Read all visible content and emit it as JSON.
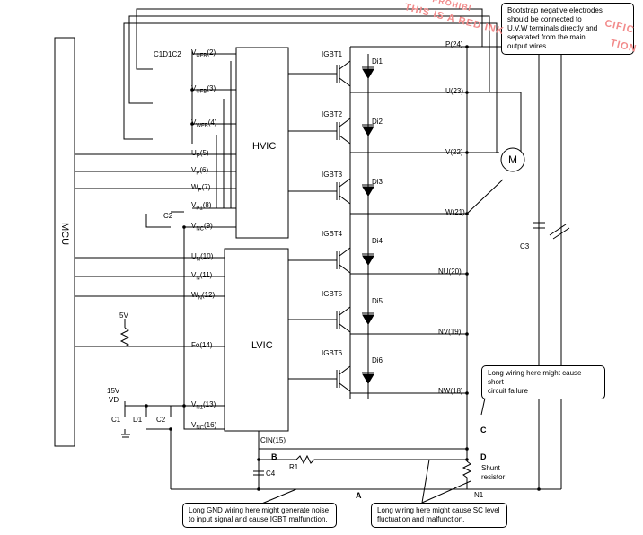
{
  "blocks": {
    "mcu": "MCU",
    "hvic": "HVIC",
    "lvic": "LVIC",
    "motor": "M"
  },
  "hvic_pins": [
    {
      "base": "V",
      "sub": "UFB",
      "num": "(2)"
    },
    {
      "base": "V",
      "sub": "UFB",
      "num": "(3)"
    },
    {
      "base": "V",
      "sub": "WFB",
      "num": "(4)"
    },
    {
      "base": "U",
      "sub": "P",
      "num": "(5)"
    },
    {
      "base": "V",
      "sub": "P",
      "num": "(6)"
    },
    {
      "base": "W",
      "sub": "P",
      "num": "(7)"
    },
    {
      "base": "V",
      "sub": "P1",
      "num": "(8)"
    },
    {
      "base": "V",
      "sub": "NC",
      "num": "(9)"
    }
  ],
  "lvic_pins": [
    {
      "base": "U",
      "sub": "N",
      "num": "(10)"
    },
    {
      "base": "V",
      "sub": "N",
      "num": "(11)"
    },
    {
      "base": "W",
      "sub": "N",
      "num": "(12)"
    },
    {
      "base": "Fo",
      "sub": "",
      "num": "(14)"
    },
    {
      "base": "V",
      "sub": "N1",
      "num": "(13)"
    },
    {
      "base": "V",
      "sub": "NC",
      "num": "(16)"
    },
    {
      "base": "CIN",
      "sub": "",
      "num": "(15)"
    }
  ],
  "power_pins": [
    "P(24)",
    "U(23)",
    "V(22)",
    "W(21)",
    "NU(20)",
    "NV(19)",
    "NW(18)"
  ],
  "igbts": [
    "IGBT1",
    "IGBT2",
    "IGBT3",
    "IGBT4",
    "IGBT5",
    "IGBT6"
  ],
  "diodes": [
    "Di1",
    "Di2",
    "Di3",
    "Di4",
    "Di5",
    "Di6"
  ],
  "components": {
    "c1d1c2": "C1D1C2",
    "c2_top": "C2",
    "c1": "C1",
    "d1": "D1",
    "c2_bot": "C2",
    "c3": "C3",
    "c4": "C4",
    "r1": "R1",
    "shunt_line1": "Shunt",
    "shunt_line2": "resistor",
    "n1": "N1",
    "v5": "5V",
    "v15": "15V",
    "vd": "VD",
    "node_a": "A",
    "node_b": "B",
    "node_c": "C",
    "node_d": "D"
  },
  "callouts": {
    "bootstrap": [
      "Bootstrap negative electrodes",
      "should be connected to",
      "U,V,W terminals directly and",
      "separated from the main",
      "output wires"
    ],
    "short_circuit": [
      "Long wiring here might cause short",
      "circuit failure"
    ],
    "gnd_noise": [
      "Long GND wiring here might generate noise",
      "to input signal and cause IGBT malfunction."
    ],
    "sc_level": [
      "Long wiring here might cause SC level",
      "fluctuation and malfunction."
    ]
  },
  "watermark": {
    "line1": "THIS IS A RED INK",
    "line2": "CIFIC",
    "line3": "TION",
    "line4": "PROHIBI"
  },
  "colors": {
    "line": "#000000",
    "watermark": "#f28b8b"
  }
}
